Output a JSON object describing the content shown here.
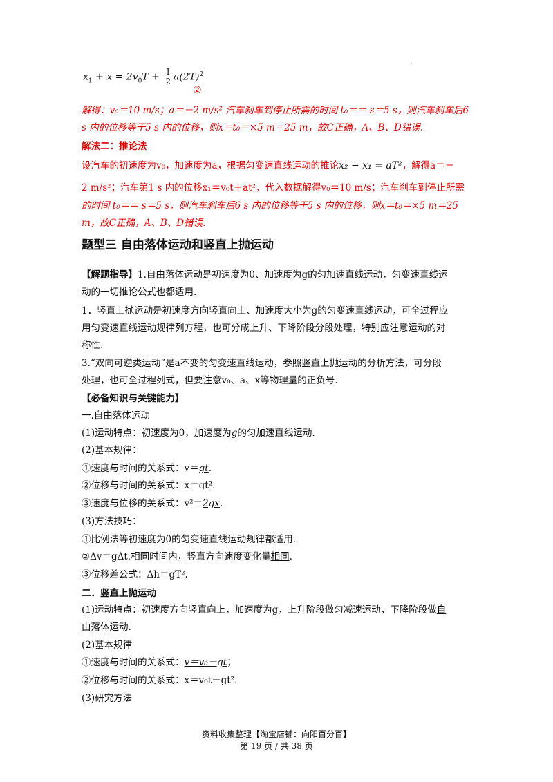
{
  "formula": {
    "lhs": "x",
    "sub1": "1",
    "plus_x": " + x = 2v",
    "sub0": "0",
    "T": "T + ",
    "frac_num": "1",
    "frac_den": "2",
    "tail": "a(2T)",
    "sup": "2",
    "marker": "②"
  },
  "lines": {
    "l1": "解得：v₀＝10 m/s；a＝－2 m/s² 汽车刹车到停止所需的时间 t₀＝＝ s＝5 s，则汽车刹车后6",
    "l2": "s 内的位移等于5 s 内的位移，则x＝t₀＝×5 m＝25 m，故C正确，A、B、D错误.",
    "l3": "解法二：推论法",
    "l4a": "设汽车的初速度为v₀，加速度为a，根据匀变速直线运动的推论",
    "l4eq": "x₂ − x₁ = aT²",
    "l4b": "，解得a＝－",
    "l5": "2 m/s²；汽车第1 s 内的位移x₁＝v₀t＋at²，代入数据解得v₀＝10 m/s；汽车刹车到停止所需",
    "l6": "的时间 t₀＝＝ s＝5 s，则汽车刹车后6 s 内的位移等于5 s 内的位移，则x＝t₀＝×5 m＝25",
    "l7": "m，故C正确，A、B、D错误."
  },
  "heading": "题型三  自由落体运动和竖直上抛运动",
  "guide": {
    "tag": "【解题指导】",
    "p1a": "1.自由落体运动是初速度为0、加速度为g的匀加速直线运动，匀变速直线运",
    "p1b": "动的一切推论公式也都适用.",
    "p2a": "1．竖直上抛运动是初速度方向竖直向上、加速度大小为g的匀变速直线运动，可全过程应",
    "p2b": "用匀变速直线运动规律列方程，也可分成上升、下降阶段分段处理，特别应注意运动的对",
    "p2c": "称性.",
    "p3a": "3.“双向可逆类运动”是a不变的匀变速直线运动，参照竖直上抛运动的分析方法，可分段",
    "p3b": "处理，也可全过程列式，但要注意v₀、a、x等物理量的正负号."
  },
  "knowledge": {
    "tag": "【必备知识与关键能力】",
    "s1": "一.自由落体运动",
    "s1_1a": "(1)运动特点：初速度为",
    "s1_1b": "0",
    "s1_1c": "，加速度为",
    "s1_1d": "g",
    "s1_1e": "的匀加速直线运动.",
    "s1_2": "(2)基本规律：",
    "r1a": "①速度与时间的关系式：v＝",
    "r1b": "gt",
    "r1c": ".",
    "r2": "②位移与时间的关系式：x＝gt².",
    "r3a": "③速度与位移的关系式：v²＝",
    "r3b": "2gx",
    "r3c": ".",
    "s1_3": "(3)方法技巧：",
    "m1": "①比例法等初速度为0的匀变速直线运动规律都适用.",
    "m2a": "②Δv＝gΔt.相同时间内，竖直方向速度变化量",
    "m2b": "相同",
    "m2c": ".",
    "m3": "③位移差公式：Δh＝gT².",
    "s2": "二．竖直上抛运动",
    "s2_1a": "(1)运动特点：初速度方向竖直向上，加速度为g，上升阶段做匀减速运动，下降阶段做",
    "s2_1b": "自",
    "s2_1c": "由落体",
    "s2_1d": "运动.",
    "s2_2": "(2)基本规律",
    "q1a": "①速度与时间的关系式：",
    "q1b": "v＝v₀－gt",
    "q1c": "；",
    "q2": "②位移与时间的关系式：x＝v₀t－gt².",
    "s2_3": "(3)研究方法"
  },
  "footer": {
    "line1": "资料收集整理【淘宝店铺：向阳百分百】",
    "line2": "第 19 页 / 共 38 页"
  }
}
